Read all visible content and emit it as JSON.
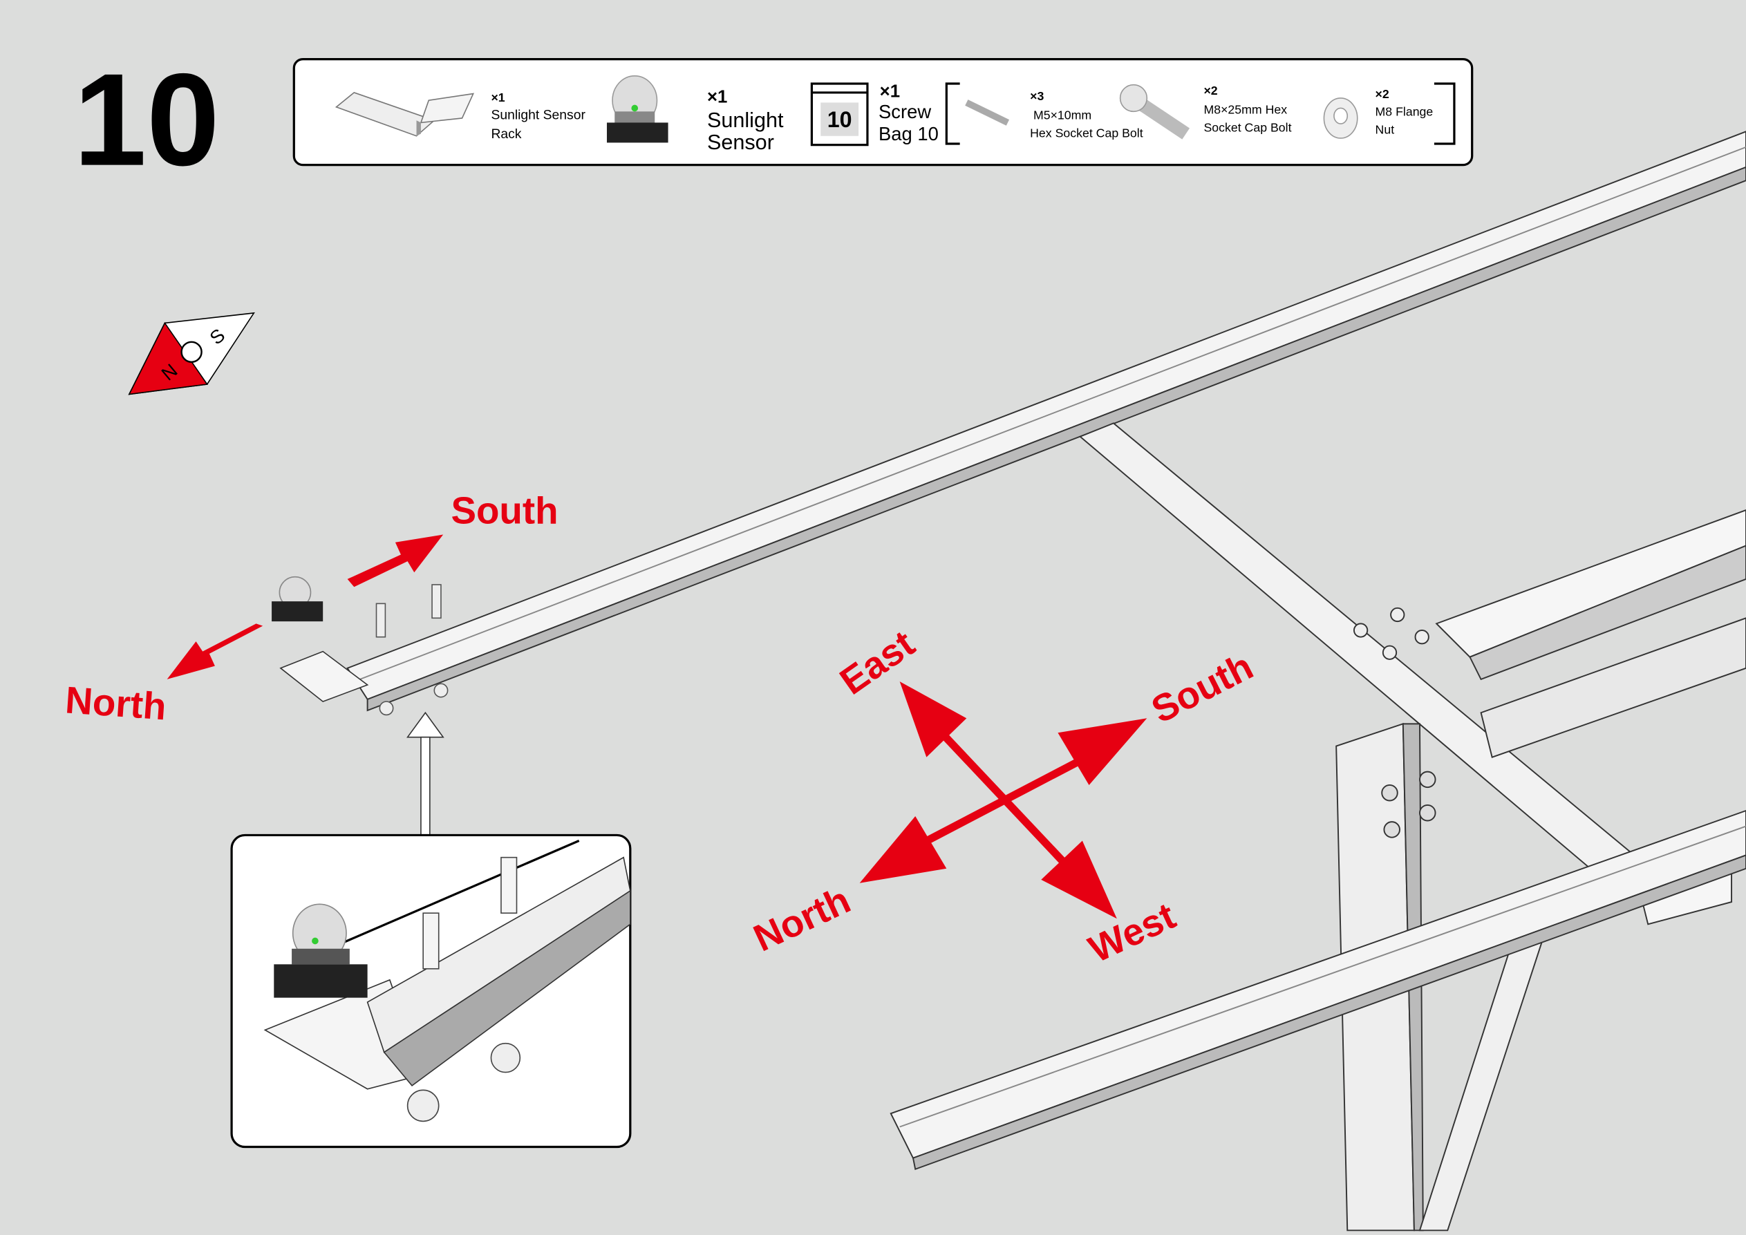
{
  "step_number": "10",
  "parts": [
    {
      "qty": "×1",
      "name_line1": "Sunlight Sensor",
      "name_line2": "Rack"
    },
    {
      "qty": "×1",
      "name_line1": "Sunlight",
      "name_line2": "Sensor"
    },
    {
      "qty": "×1",
      "bag_number": "10",
      "name_line1": "Screw",
      "name_line2": "Bag 10"
    },
    {
      "qty": "×3",
      "name_line1": "M5×10mm",
      "name_line2": "Hex Socket Cap Bolt"
    },
    {
      "qty": "×2",
      "name_line1": "M8×25mm Hex",
      "name_line2": "Socket Cap Bolt"
    },
    {
      "qty": "×2",
      "name_line1": "M8 Flange",
      "name_line2": "Nut"
    }
  ],
  "compass": {
    "north": "N",
    "south": "S"
  },
  "directions": {
    "left_south": "South",
    "left_north": "North",
    "cross_east": "East",
    "cross_south": "South",
    "cross_north": "North",
    "cross_west": "West"
  },
  "colors": {
    "accent": "#e60012",
    "background": "#dcdddc"
  }
}
